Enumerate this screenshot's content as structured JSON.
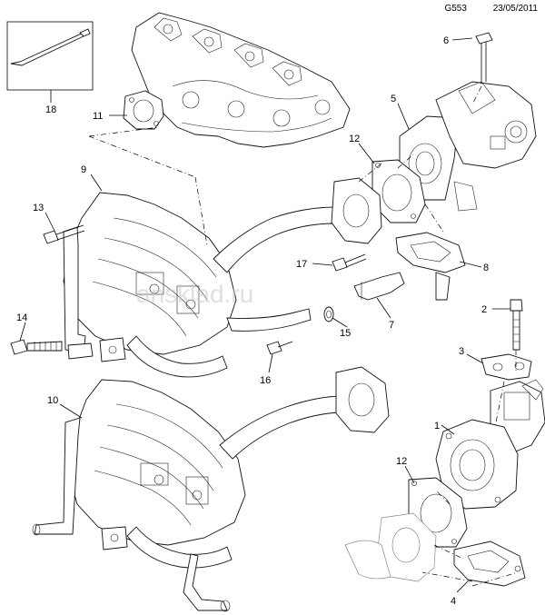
{
  "header": {
    "diagram_code": "G553",
    "date": "23/05/2011"
  },
  "watermark": "ansklad.ru",
  "callouts": [
    "1",
    "2",
    "3",
    "4",
    "5",
    "6",
    "7",
    "8",
    "9",
    "10",
    "11",
    "12",
    "12",
    "13",
    "14",
    "15",
    "16",
    "17",
    "18"
  ]
}
